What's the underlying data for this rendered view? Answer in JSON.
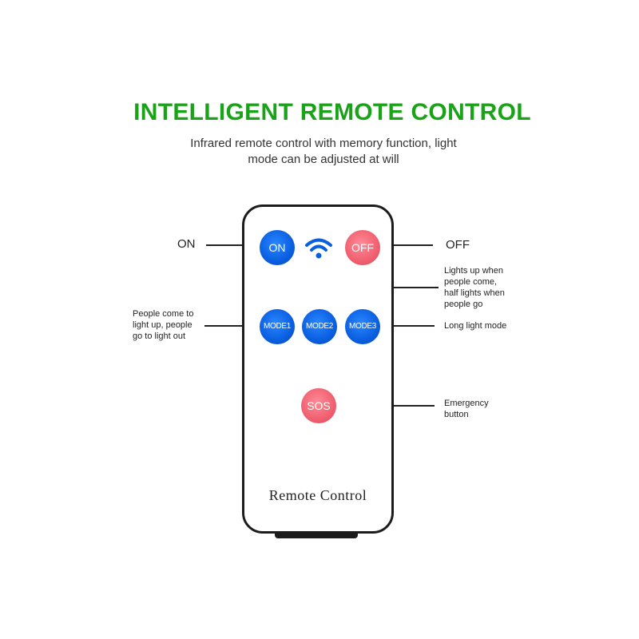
{
  "header": {
    "title": "INTELLIGENT REMOTE CONTROL",
    "subtitle_line1": "Infrared remote control with memory function, light",
    "subtitle_line2": "mode can be adjusted at will"
  },
  "remote": {
    "label": "Remote Control",
    "buttons": {
      "on": "ON",
      "off": "OFF",
      "mode1": "MODE1",
      "mode2": "MODE2",
      "mode3": "MODE3",
      "sos": "SOS"
    },
    "signal_icon": "wifi-signal-icon"
  },
  "callouts": {
    "on": "ON",
    "off": "OFF",
    "mode1": [
      "People come to",
      "light up, people",
      "go to light out"
    ],
    "mode2": [
      "Lights up when",
      "people come,",
      "half lights when",
      "people go"
    ],
    "mode3": "Long light mode",
    "sos": [
      "Emergency",
      "button"
    ]
  },
  "colors": {
    "title_green": "#1aa319",
    "button_blue": "#0a5fe0",
    "button_red": "#f06070"
  }
}
